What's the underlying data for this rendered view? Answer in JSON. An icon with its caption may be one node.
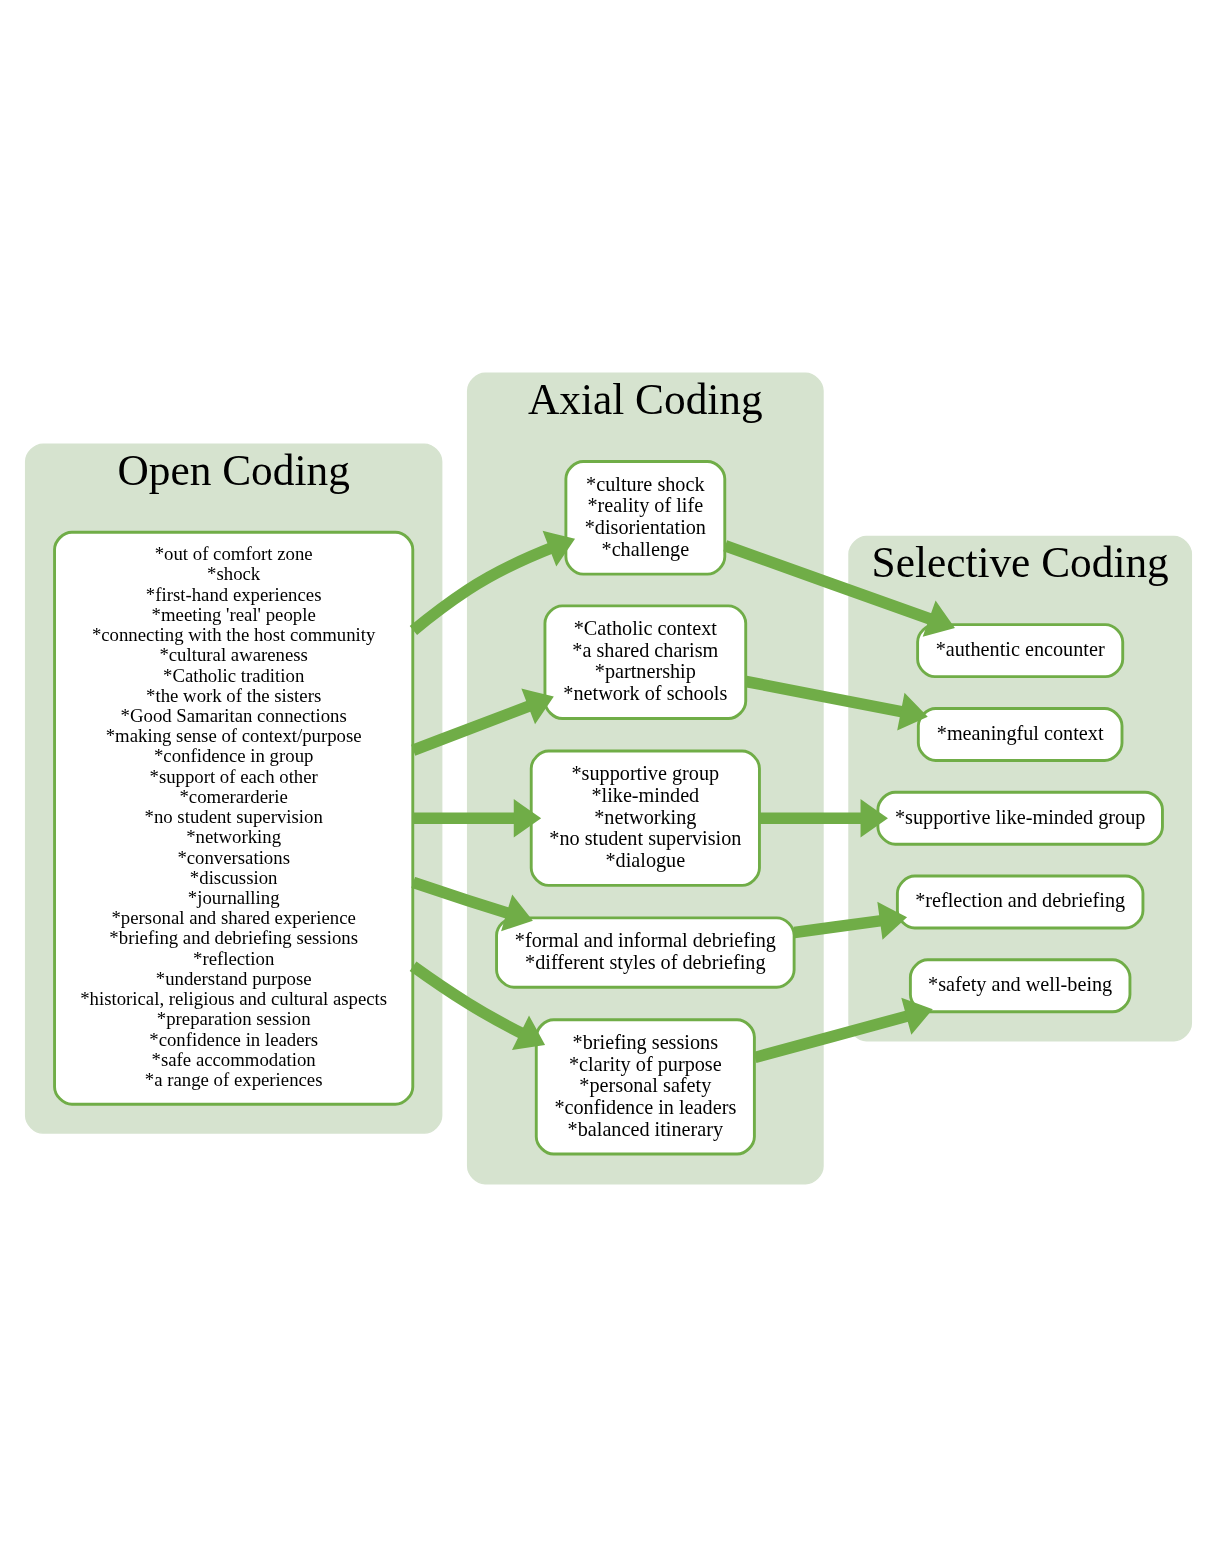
{
  "diagram": {
    "nodes": [
      {
        "text": [
          "Open Coding"
        ]
      },
      {
        "text": [
          "*out of comfort zone",
          "*shock",
          "*first-hand experiences",
          "*meeting 'real' people",
          "*connecting with the host community",
          "*cultural awareness",
          "*Catholic tradition",
          "*the work of the sisters",
          "*Good Samaritan connections",
          "*making sense of context/purpose",
          "*confidence in group",
          "*support of each other",
          "*comerarderie",
          "*no student supervision",
          "*networking",
          "*conversations",
          "*discussion",
          "*journalling",
          "*personal and shared experience",
          "*briefing and debriefing sessions",
          "*reflection",
          "*understand purpose",
          "*historical, religious and cultural aspects",
          "*preparation session",
          "*confidence in leaders",
          "*safe accommodation",
          "*a range of experiences"
        ],
        "in": 0
      },
      {
        "text": [
          "Axial Coding"
        ]
      },
      {
        "text": [
          "*culture shock",
          "*reality of life",
          "*disorientation",
          "*challenge"
        ],
        "in": 2
      },
      {
        "text": [
          "*Catholic context",
          "*a shared charism",
          "*partnership",
          "*network of schools"
        ],
        "in": 2
      },
      {
        "text": [
          "*supportive group",
          "*like-minded",
          "*networking",
          "*no student supervision",
          "*dialogue"
        ],
        "in": 2
      },
      {
        "text": [
          "*formal and informal debriefing",
          "*different styles of debriefing"
        ],
        "in": 2
      },
      {
        "text": [
          "*briefing sessions",
          "*clarity of purpose",
          "*personal safety",
          "*confidence in leaders",
          "*balanced itinerary"
        ],
        "in": 2
      },
      {
        "text": [
          "Selective Coding"
        ]
      },
      {
        "text": [
          "*authentic encounter"
        ],
        "in": 8
      },
      {
        "text": [
          "*meaningful context"
        ],
        "in": 8
      },
      {
        "text": [
          "*supportive like-minded group"
        ],
        "in": 8
      },
      {
        "text": [
          "*reflection and debriefing"
        ],
        "in": 8
      },
      {
        "text": [
          "*safety and well-being"
        ],
        "in": 8
      }
    ],
    "edges": [
      {
        "from": 1,
        "to": 3,
        "arrow": "to"
      },
      {
        "from": 3,
        "to": 9,
        "arrow": "to"
      },
      {
        "from": 1,
        "to": 4,
        "arrow": "to"
      },
      {
        "from": 4,
        "to": 10,
        "arrow": "to"
      },
      {
        "from": 1,
        "to": 5,
        "arrow": "to"
      },
      {
        "from": 5,
        "to": 11,
        "arrow": "to"
      },
      {
        "from": 1,
        "to": 6,
        "arrow": "to"
      },
      {
        "from": 6,
        "to": 12,
        "arrow": "to"
      },
      {
        "from": 1,
        "to": 7,
        "arrow": "to"
      },
      {
        "from": 7,
        "to": 13,
        "arrow": "to"
      }
    ]
  }
}
